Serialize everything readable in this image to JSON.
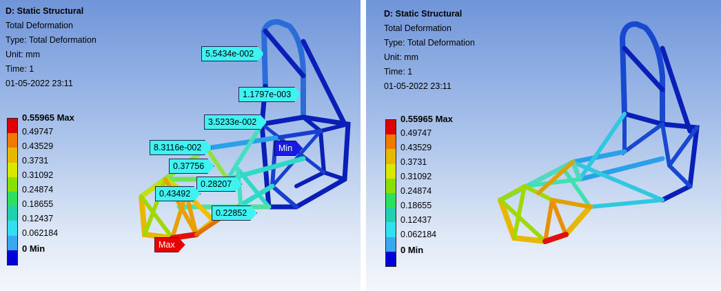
{
  "left": {
    "info": {
      "title": "D: Static Structural",
      "result": "Total Deformation",
      "type": "Type: Total Deformation",
      "unit": "Unit: mm",
      "time": "Time: 1",
      "date": "01-05-2022 23:11"
    },
    "legend": {
      "labels": [
        "0.55965 Max",
        "0.49747",
        "0.43529",
        "0.3731",
        "0.31092",
        "0.24874",
        "0.18655",
        "0.12437",
        "0.062184",
        "0 Min"
      ],
      "colors": [
        "#e00000",
        "#f07a00",
        "#e8b800",
        "#d8e800",
        "#8ae000",
        "#2ee060",
        "#20d0b0",
        "#30e0f0",
        "#3aa8f0",
        "#0000d8"
      ]
    },
    "probes": {
      "p1": "5.5434e-002",
      "p2": "1.1797e-003",
      "p3": "3.5233e-002",
      "p4": "8.3116e-002",
      "p5": "0.37756",
      "p6": "0.28207",
      "p7": "0.43492",
      "p8": "0.22852",
      "max": "Max",
      "min": "Min"
    }
  },
  "right": {
    "info": {
      "title": "D: Static Structural",
      "result": "Total Deformation",
      "type": "Type: Total Deformation",
      "unit": "Unit: mm",
      "time": "Time: 1",
      "date": "01-05-2022 23:11"
    },
    "legend": {
      "labels": [
        "0.55965 Max",
        "0.49747",
        "0.43529",
        "0.3731",
        "0.31092",
        "0.24874",
        "0.18655",
        "0.12437",
        "0.062184",
        "0 Min"
      ]
    }
  }
}
